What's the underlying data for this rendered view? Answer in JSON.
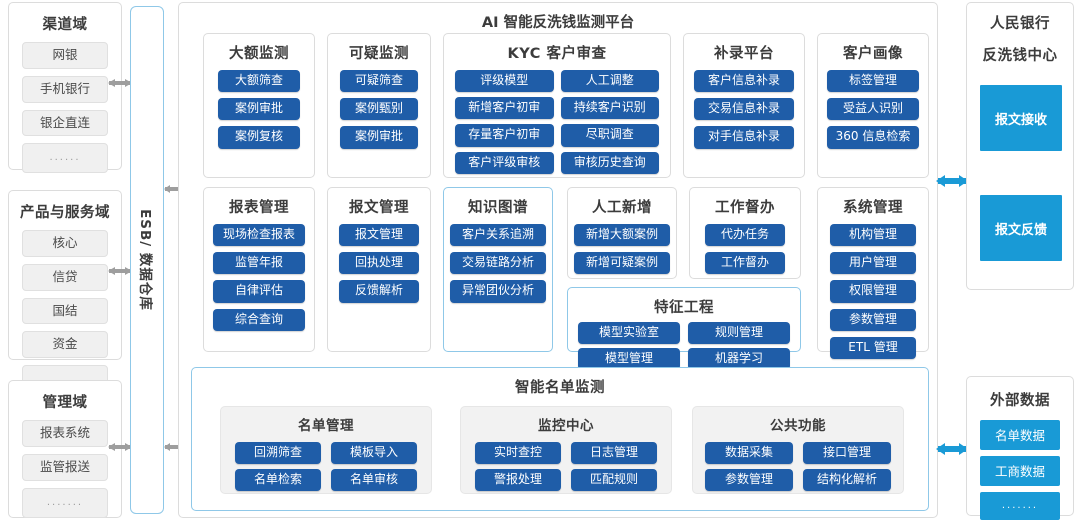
{
  "left_domains": [
    {
      "title": "渠道域",
      "items": [
        "网银",
        "手机银行",
        "银企直连",
        "......"
      ]
    },
    {
      "title": "产品与服务域",
      "items": [
        "核心",
        "信贷",
        "国结",
        "资金",
        "....."
      ]
    },
    {
      "title": "管理域",
      "items": [
        "报表系统",
        "监管报送",
        "......."
      ]
    }
  ],
  "esb": {
    "label": "ESB/ 数据仓库"
  },
  "platform": {
    "title": "AI 智能反洗钱监测平台",
    "row1": [
      {
        "title": "大额监测",
        "items": [
          "大额筛查",
          "案例审批",
          "案例复核"
        ]
      },
      {
        "title": "可疑监测",
        "items": [
          "可疑筛查",
          "案例甄别",
          "案例审批"
        ]
      },
      {
        "title": "KYC 客户审查",
        "items": [
          "评级模型",
          "人工调整",
          "新增客户初审",
          "持续客户识别",
          "存量客户初审",
          "尽职调查",
          "客户评级审核",
          "审核历史查询"
        ]
      },
      {
        "title": "补录平台",
        "items": [
          "客户信息补录",
          "交易信息补录",
          "对手信息补录"
        ]
      },
      {
        "title": "客户画像",
        "items": [
          "标签管理",
          "受益人识别",
          "360 信息检索"
        ]
      }
    ],
    "row2": [
      {
        "title": "报表管理",
        "items": [
          "现场检查报表",
          "监管年报",
          "自律评估",
          "综合查询"
        ]
      },
      {
        "title": "报文管理",
        "items": [
          "报文管理",
          "回执处理",
          "反馈解析"
        ]
      },
      {
        "title": "知识图谱",
        "items": [
          "客户关系追溯",
          "交易链路分析",
          "异常团伙分析"
        ]
      },
      {
        "title": "人工新增",
        "items": [
          "新增大额案例",
          "新增可疑案例"
        ]
      },
      {
        "title": "工作督办",
        "items": [
          "代办任务",
          "工作督办"
        ]
      },
      {
        "title": "特征工程",
        "items": [
          "模型实验室",
          "规则管理",
          "模型管理",
          "机器学习"
        ]
      },
      {
        "title": "系统管理",
        "items": [
          "机构管理",
          "用户管理",
          "权限管理",
          "参数管理",
          "ETL 管理"
        ]
      }
    ],
    "listmon": {
      "title": "智能名单监测",
      "groups": [
        {
          "title": "名单管理",
          "items": [
            "回溯筛查",
            "模板导入",
            "名单检索",
            "名单审核"
          ]
        },
        {
          "title": "监控中心",
          "items": [
            "实时查控",
            "日志管理",
            "警报处理",
            "匹配规则"
          ]
        },
        {
          "title": "公共功能",
          "items": [
            "数据采集",
            "接口管理",
            "参数管理",
            "结构化解析"
          ]
        }
      ]
    }
  },
  "pboc": {
    "title": "人民银行\n反洗钱中心",
    "title_l1": "人民银行",
    "title_l2": "反洗钱中心",
    "items": [
      "报文接收",
      "报文反馈"
    ]
  },
  "external": {
    "title": "外部数据",
    "items": [
      "名单数据",
      "工商数据",
      "......."
    ]
  },
  "colors": {
    "primary_blue": "#1f5da8",
    "cyan": "#199ad6",
    "highlight_border": "#8fc8e8",
    "arrow_gray": "#9e9e9e",
    "arrow_blue": "#1a9ad6"
  }
}
